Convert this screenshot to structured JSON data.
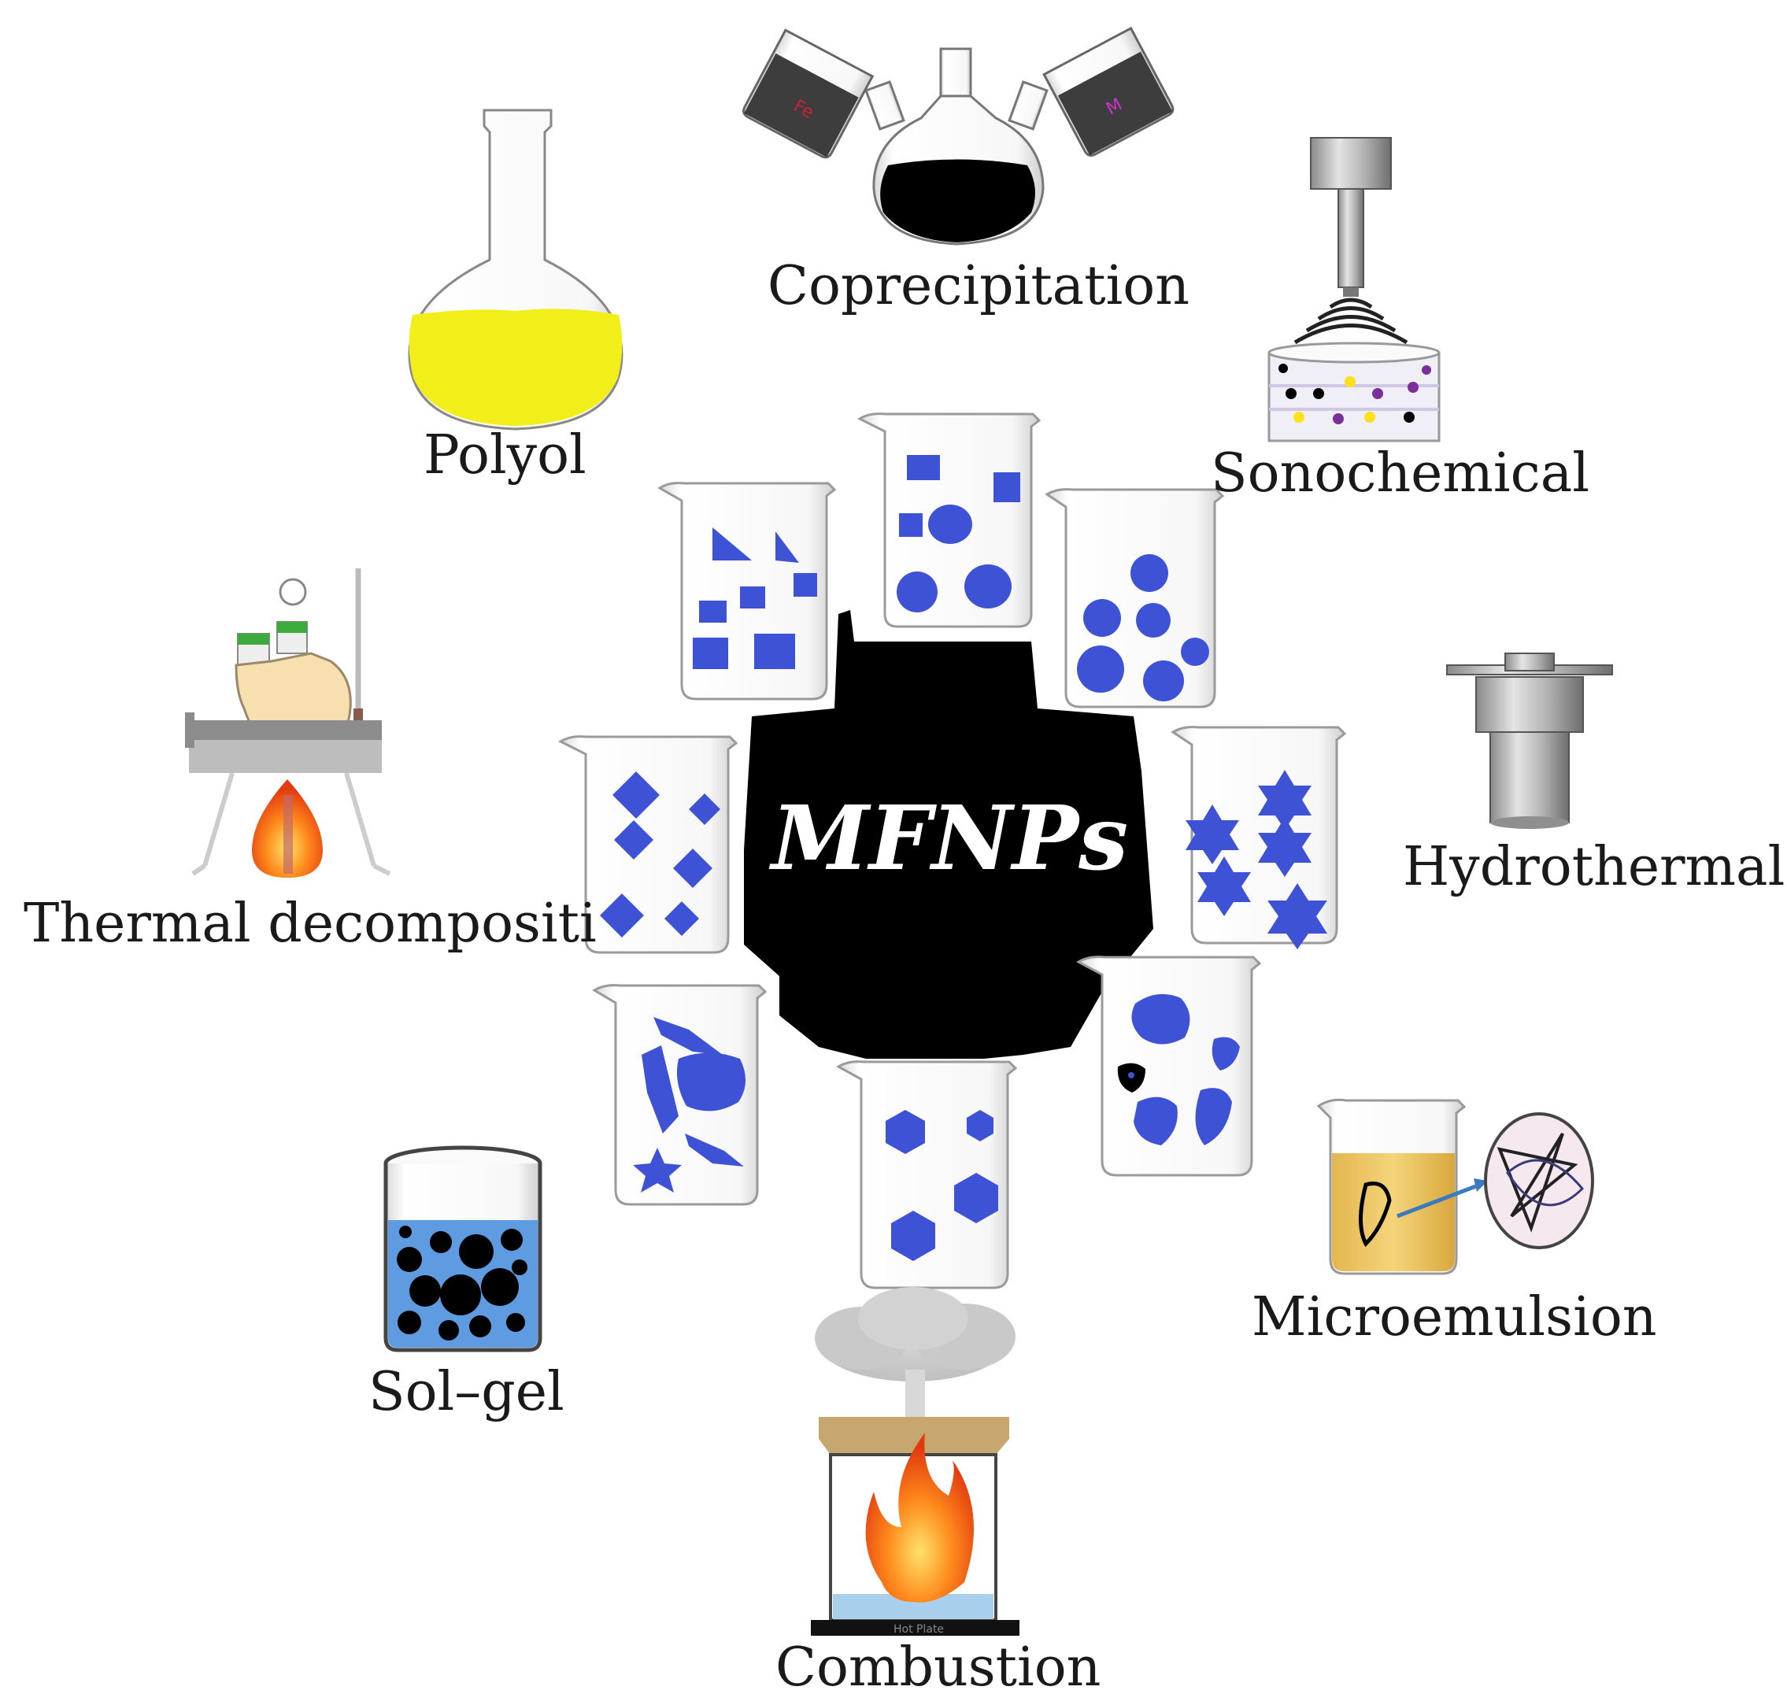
{
  "center": {
    "title": "MFNPs"
  },
  "methods": {
    "coprecipitation": "Coprecipitation",
    "polyol": "Polyol",
    "sonochemical": "Sonochemical",
    "hydrothermal": "Hydrothermal",
    "thermal": "Thermal decompositi",
    "solgel": "Sol–gel",
    "microemulsion": "Microemulsion",
    "combustion": "Combustion"
  },
  "labels": {
    "hot_plate": "Hot Plate",
    "fe": "Fe",
    "mx": "M"
  },
  "colors": {
    "particle": "#3e52d6",
    "polyol_liquid": "#f2ee1a",
    "flask_liquid": "#000000",
    "hub": "#000000"
  }
}
